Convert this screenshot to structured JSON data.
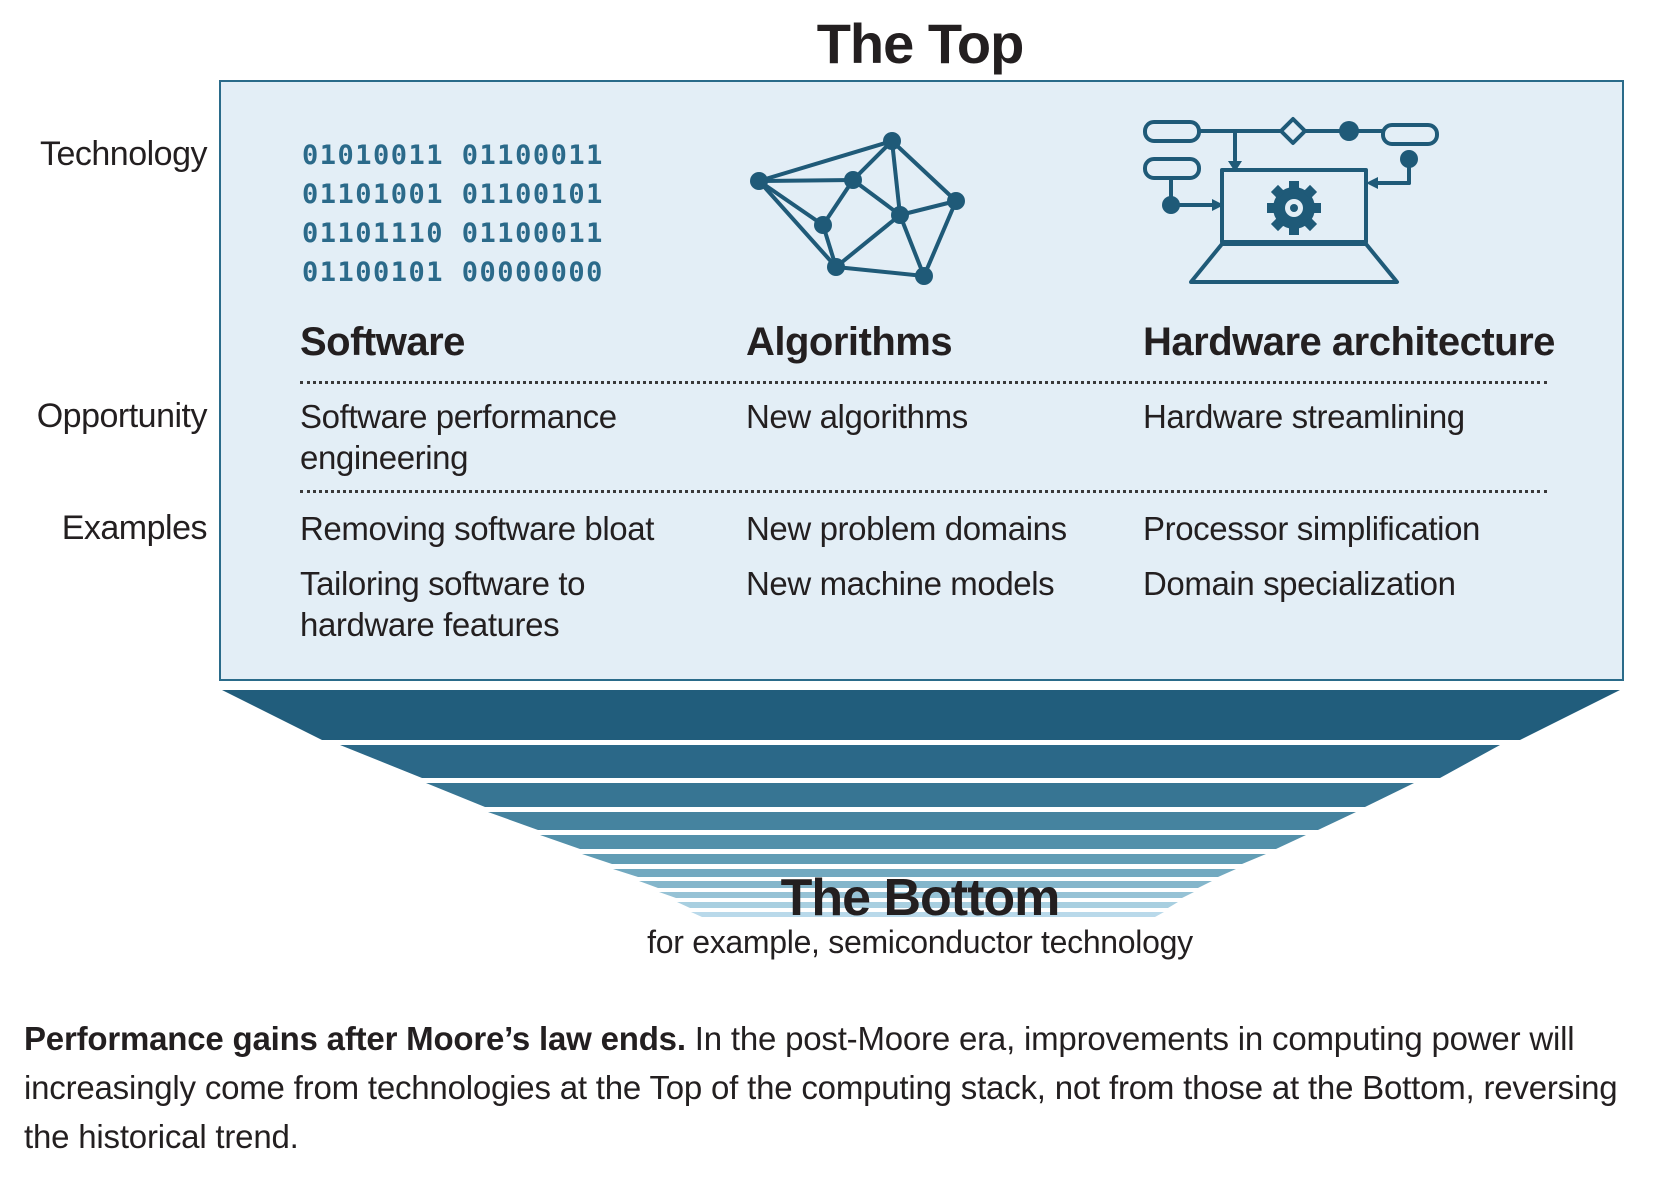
{
  "title_top": "The Top",
  "row_labels": {
    "technology": "Technology",
    "opportunity": "Opportunity",
    "examples": "Examples"
  },
  "binary_code": [
    "01010011 01100011",
    "01101001 01100101",
    "01101110 01100011",
    "01100101 00000000"
  ],
  "columns": [
    {
      "heading": "Software",
      "icon": "binary-code-icon",
      "opportunity": [
        "Software performance",
        "engineering"
      ],
      "examples": [
        "Removing software bloat",
        "Tailoring software to",
        "hardware features"
      ]
    },
    {
      "heading": "Algorithms",
      "icon": "network-graph-icon",
      "opportunity": [
        "New algorithms"
      ],
      "examples": [
        "New problem domains",
        "New machine models"
      ]
    },
    {
      "heading": "Hardware architecture",
      "icon": "laptop-flowchart-icon",
      "opportunity": [
        "Hardware streamlining"
      ],
      "examples": [
        "Processor simplification",
        "Domain specialization"
      ]
    }
  ],
  "title_bottom": "The Bottom",
  "subtitle_bottom": "for example, semiconductor technology",
  "caption": {
    "bold": "Performance gains after Moore’s law ends.",
    "text": " In the post-Moore era, improvements in computing power will increasingly come from technologies at the Top of the computing stack, not from those at the Bottom, reversing the historical trend."
  },
  "colors": {
    "panel_fill": "#e3eef6",
    "panel_border": "#2a6b8a",
    "icon_color": "#1f5a78",
    "binary_color": "#2b6a8a",
    "funnel_dark": "#1e5a7a",
    "funnel_light": "#b9d9ea"
  }
}
